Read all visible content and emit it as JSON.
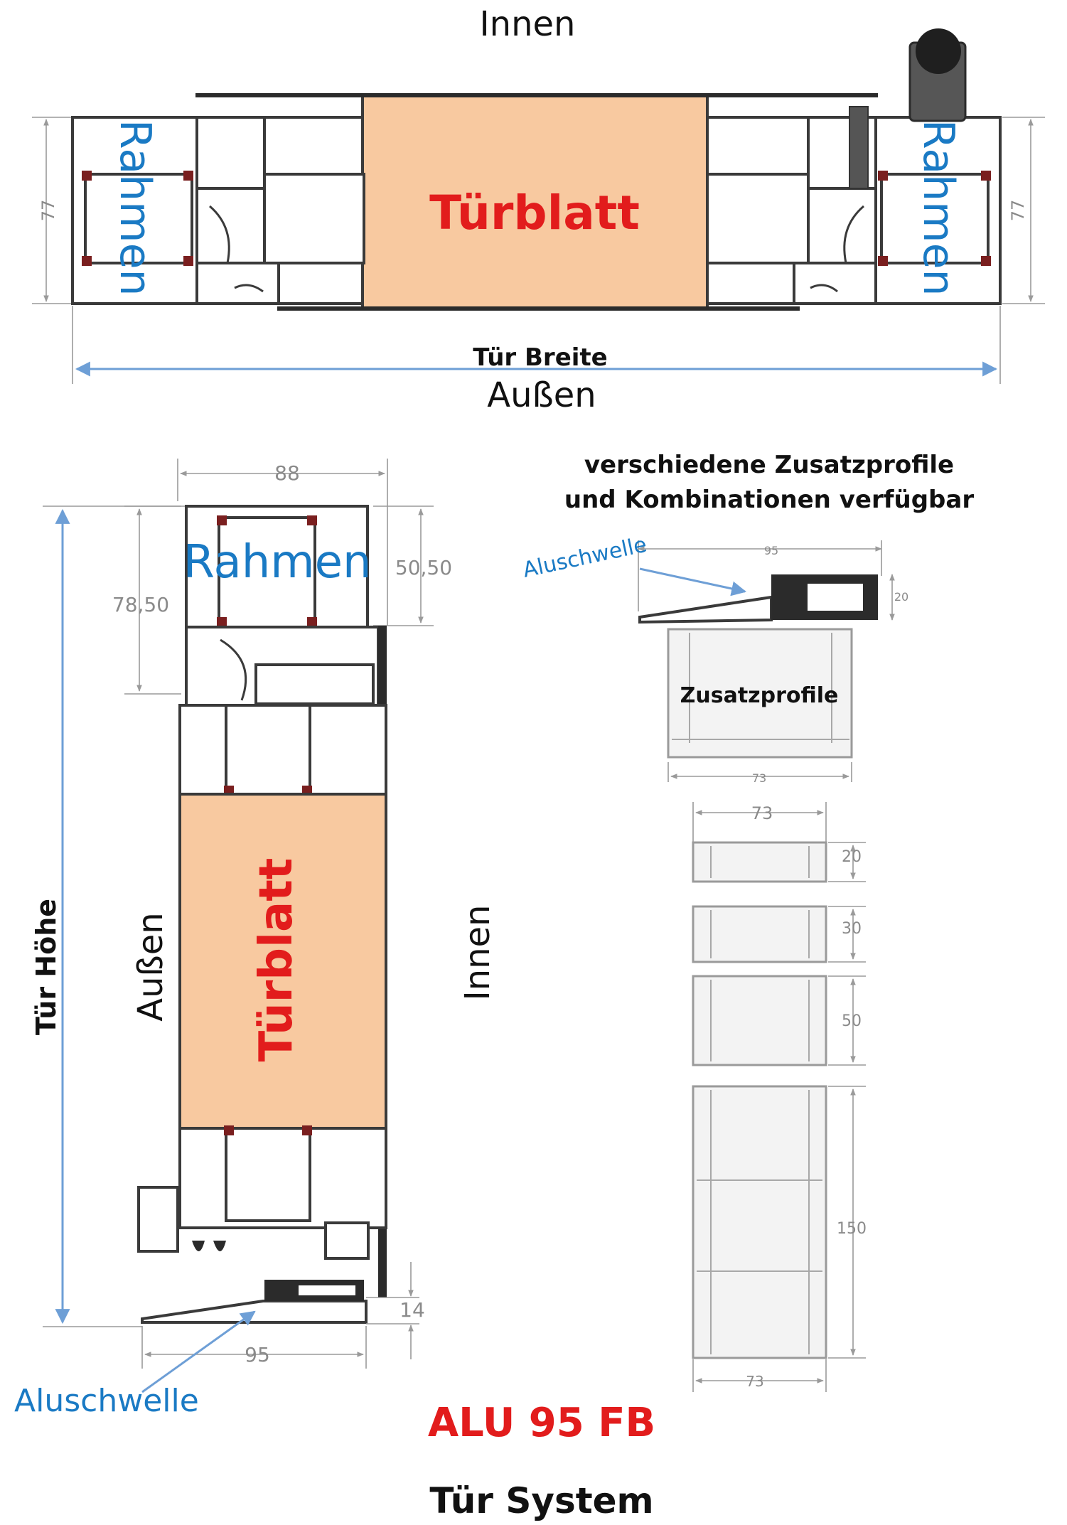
{
  "top_view": {
    "label_inside": "Innen",
    "label_outside": "Außen",
    "frame_left": "Rahmen",
    "frame_right": "Rahmen",
    "door_leaf": "Türblatt",
    "width_label": "Tür Breite",
    "dim_left": "77",
    "dim_right": "77"
  },
  "section_view": {
    "frame": "Rahmen",
    "door_leaf": "Türblatt",
    "outside": "Außen",
    "inside": "Innen",
    "height_label": "Tür Höhe",
    "threshold_label": "Aluschwelle",
    "dim_width": "88",
    "dim_frame_height": "78,50",
    "dim_top": "50,50",
    "dim_threshold_height": "14",
    "dim_threshold_width": "95"
  },
  "add_profiles": {
    "heading_line1": "verschiedene Zusatzprofile",
    "heading_line2": "und Kombinationen verfügbar",
    "threshold_label": "Aluschwelle",
    "profile_label": "Zusatzprofile",
    "dim_threshold_width": "95",
    "dim_threshold_height": "20",
    "dim_profile_width": "73",
    "dim_stack_width_top": "73",
    "dim_stack_width_bottom": "73",
    "stack_heights": [
      "20",
      "30",
      "50",
      "150"
    ]
  },
  "footer": {
    "model": "ALU 95 FB",
    "system": "Tür System"
  },
  "colors": {
    "accent_blue": "#1a7ac4",
    "accent_red": "#e21c1c",
    "door_leaf_fill": "#f8c9a0"
  }
}
